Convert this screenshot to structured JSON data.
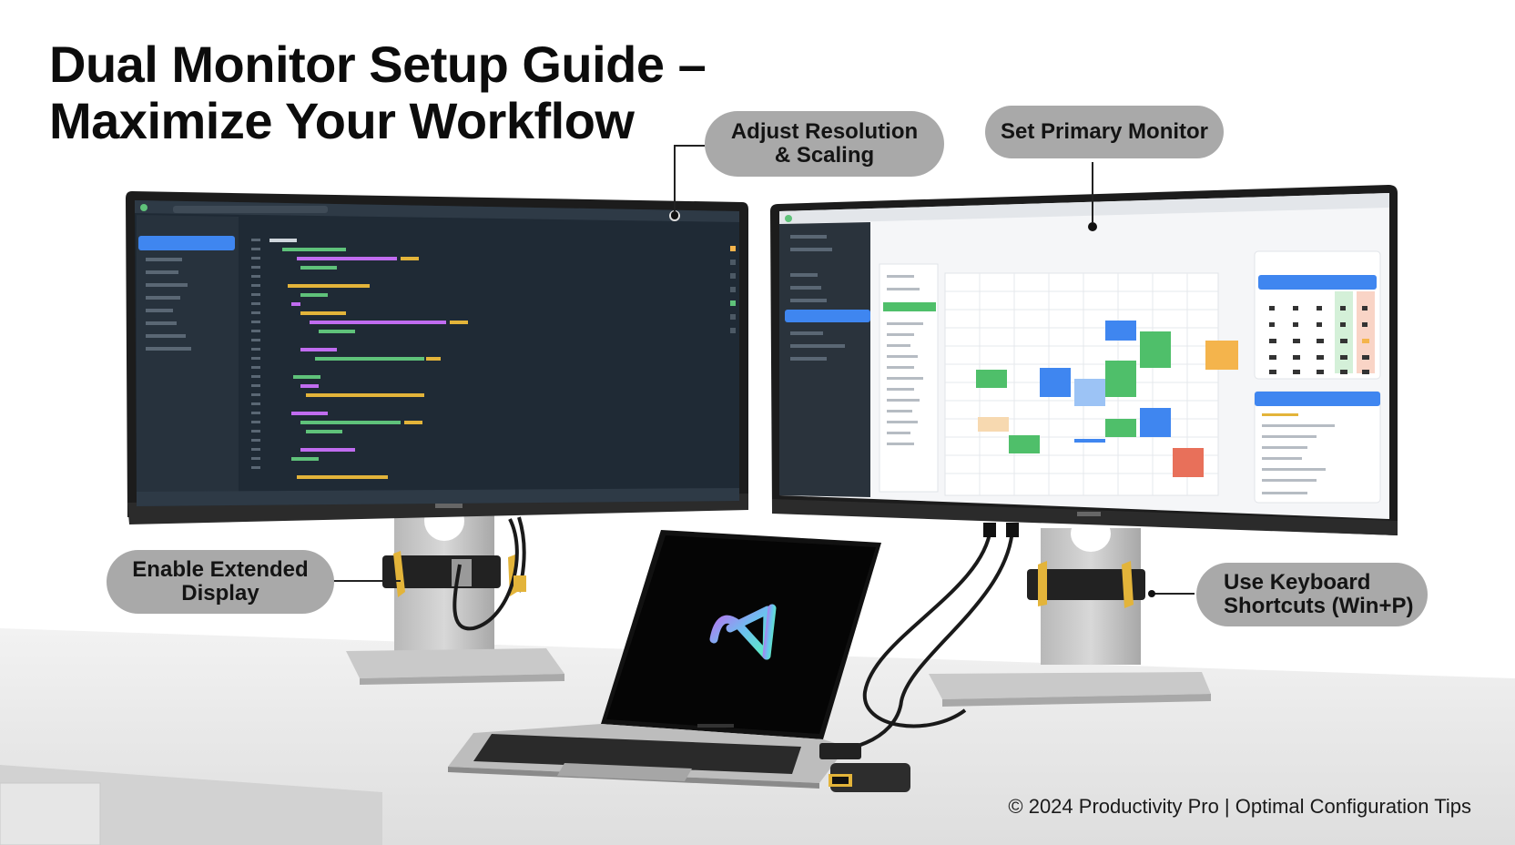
{
  "title": {
    "line1": "Dual Monitor Setup Guide –",
    "line2": "Maximize Your Workflow"
  },
  "callouts": {
    "resolution": {
      "line1": "Adjust Resolution",
      "line2": "& Scaling"
    },
    "primary": {
      "line1": "Set Primary Monitor"
    },
    "extended": {
      "line1": "Enable Extended",
      "line2": "Display"
    },
    "shortcuts": {
      "line1": "Use Keyboard",
      "line2": "Shortcuts (Win+P)"
    }
  },
  "footer": "© 2024 Productivity Pro | Optimal Configuration Tips",
  "icons": {
    "laptop_logo": "laptop-logo-icon",
    "hdmi_adapter": "hdmi-adapter-icon"
  },
  "colors": {
    "callout_bg": "#a9a9a9",
    "editor_bg": "#1f2a35",
    "accent_blue": "#3f86f0",
    "calendar_green": "#4fbf6a",
    "calendar_orange": "#f4b44c",
    "calendar_red": "#e8705a"
  }
}
